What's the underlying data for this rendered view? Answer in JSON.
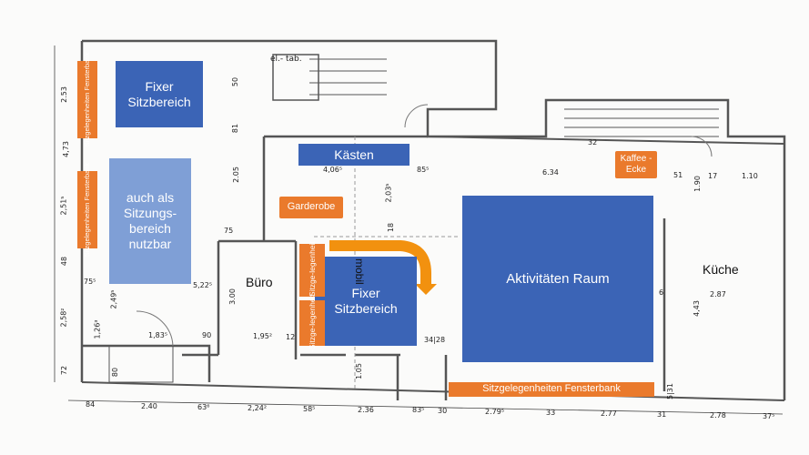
{
  "colors": {
    "blue": "#3b64b6",
    "light_blue": "#7f9fd6",
    "orange": "#ea7a2c",
    "arrow": "#f2910f",
    "wall": "#555555"
  },
  "zones": {
    "fixer_sitz_top": "Fixer Sitzbereich",
    "sitz_fensterbank_top": "Sitzgelegenheiten Fensterbank",
    "sitz_fensterbank_mid": "Sitzgelegenheiten Fensterbank",
    "sitzung": "auch als Sitzungs-bereich nutzbar",
    "kaesten": "Kästen",
    "garderobe": "Garderobe",
    "sitzgelegenheit_1": "-Sitzge-legenheit",
    "sitzgelegenheit_2": "-Sitzge-legenheit",
    "fixer_sitz_center": "Fixer Sitzbereich",
    "mobil": "mobil",
    "aktivitaeten": "Aktivitäten Raum",
    "kaffee": "Kaffee -Ecke",
    "sitz_fensterbank_bottom": "Sitzgelegenheiten Fensterbank"
  },
  "rooms": {
    "buero": "Büro",
    "kueche": "Küche"
  },
  "plan_labels": {
    "el_tab": "el.- tab."
  },
  "dimensions": {
    "d_253": "2.53",
    "d_473": "4,73",
    "d_2515": "2,51⁵",
    "d_48": "48",
    "d_2582": "2,58²",
    "d_72": "72",
    "d_755": "75⁵",
    "d_1263": "1,26³",
    "d_2495": "2,49⁵",
    "d_80": "80",
    "d_84": "84",
    "d_240": "2.40",
    "d_636": "63⁶",
    "d_2242": "2,24²",
    "d_585": "58⁵",
    "d_236": "2.36",
    "d_835": "83⁵",
    "d_30": "30",
    "d_2795": "2.79⁵",
    "d_33": "33",
    "d_277": "2.77",
    "d_31": "31",
    "d_278": "2.78",
    "d_375": "37⁵",
    "d_1835": "1,83⁵",
    "d_90": "90",
    "d_1952": "1,95²",
    "d_12": "12",
    "d_5225": "5,22⁵",
    "d_300": "3.00",
    "d_4065": "4,06⁵",
    "d_855": "85⁵",
    "d_634": "6.34",
    "d_51": "51",
    "d_17": "17",
    "d_110": "1.10",
    "d_2035": "2,03⁵",
    "d_18": "18",
    "d_205": "2.05",
    "d_81": "81",
    "d_50": "50",
    "d_32": "32",
    "d_190": "1.90",
    "d_287": "2.87",
    "d_443": "4,43",
    "d_6": "6",
    "d_3428": "34|28",
    "d_105": "1.05",
    "d_75": "75",
    "d_531": "5|31"
  }
}
